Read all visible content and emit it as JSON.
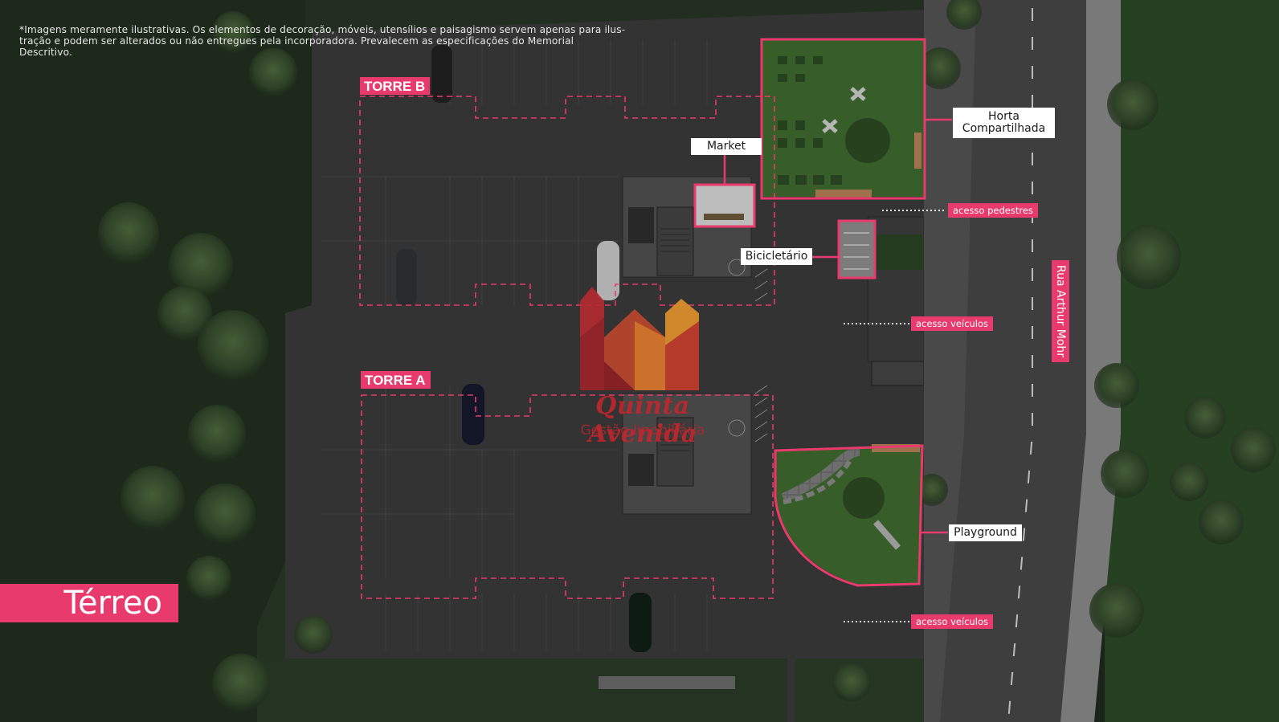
{
  "disclaimer": {
    "line1": "*Imagens meramente ilustrativas. Os elementos de decoração, móveis, utensílios e paisagismo servem apenas para ilus-",
    "line2": "tração e podem ser alterados ou não entregues pela incorporadora. Prevalecem as especificações do Memorial Descritivo."
  },
  "towers": {
    "b": "TORRE B",
    "a": "TORRE A"
  },
  "amenities": {
    "market": "Market",
    "horta_line1": "Horta",
    "horta_line2": "Compartilhada",
    "bicicletario": "Bicicletário",
    "playground": "Playground"
  },
  "access": {
    "pedestres": "acesso pedestres",
    "veiculos_top": "acesso veículos",
    "veiculos_bottom": "acesso veículos"
  },
  "street_name": "Rua Arthur Mohr",
  "floor_title": "Térreo",
  "watermark": {
    "name": "Quinta Avenida",
    "subtitle": "Gestão Imobiliária"
  },
  "colors": {
    "accent": "#e83a6c",
    "grass": "#2f4a2a",
    "asphalt": "#3a3a3a",
    "road": "#474747",
    "brand_red": "#c9262e",
    "brand_orange": "#e07a2a"
  }
}
